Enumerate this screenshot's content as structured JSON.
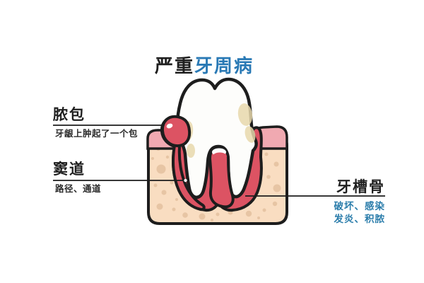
{
  "title": {
    "text_dark": "严重",
    "text_blue": "牙周病"
  },
  "annotations": {
    "abscess": {
      "label": "脓包",
      "description": "牙龈上肿起了一个包"
    },
    "sinus_tract": {
      "label": "窦道",
      "description": "路径、通道"
    },
    "alveolar_bone": {
      "label": "牙槽骨",
      "description_line1": "破坏、感染",
      "description_line2": "发炎、积脓"
    }
  },
  "colors": {
    "title_blue": "#2979b5",
    "desc_blue": "#2b7dab",
    "text_dark": "#1f1f1f",
    "line_black": "#1c1c1c",
    "gum_red": "#dc5363",
    "gum_pink": "#f0a9b1",
    "bone_tan": "#f9ddc1",
    "bone_speckle": "#d9b18c",
    "tooth_white": "#fdfdfb",
    "stain_yellow": "#e7d8ab",
    "outline": "#1d1d1d",
    "background": "#ffffff"
  }
}
